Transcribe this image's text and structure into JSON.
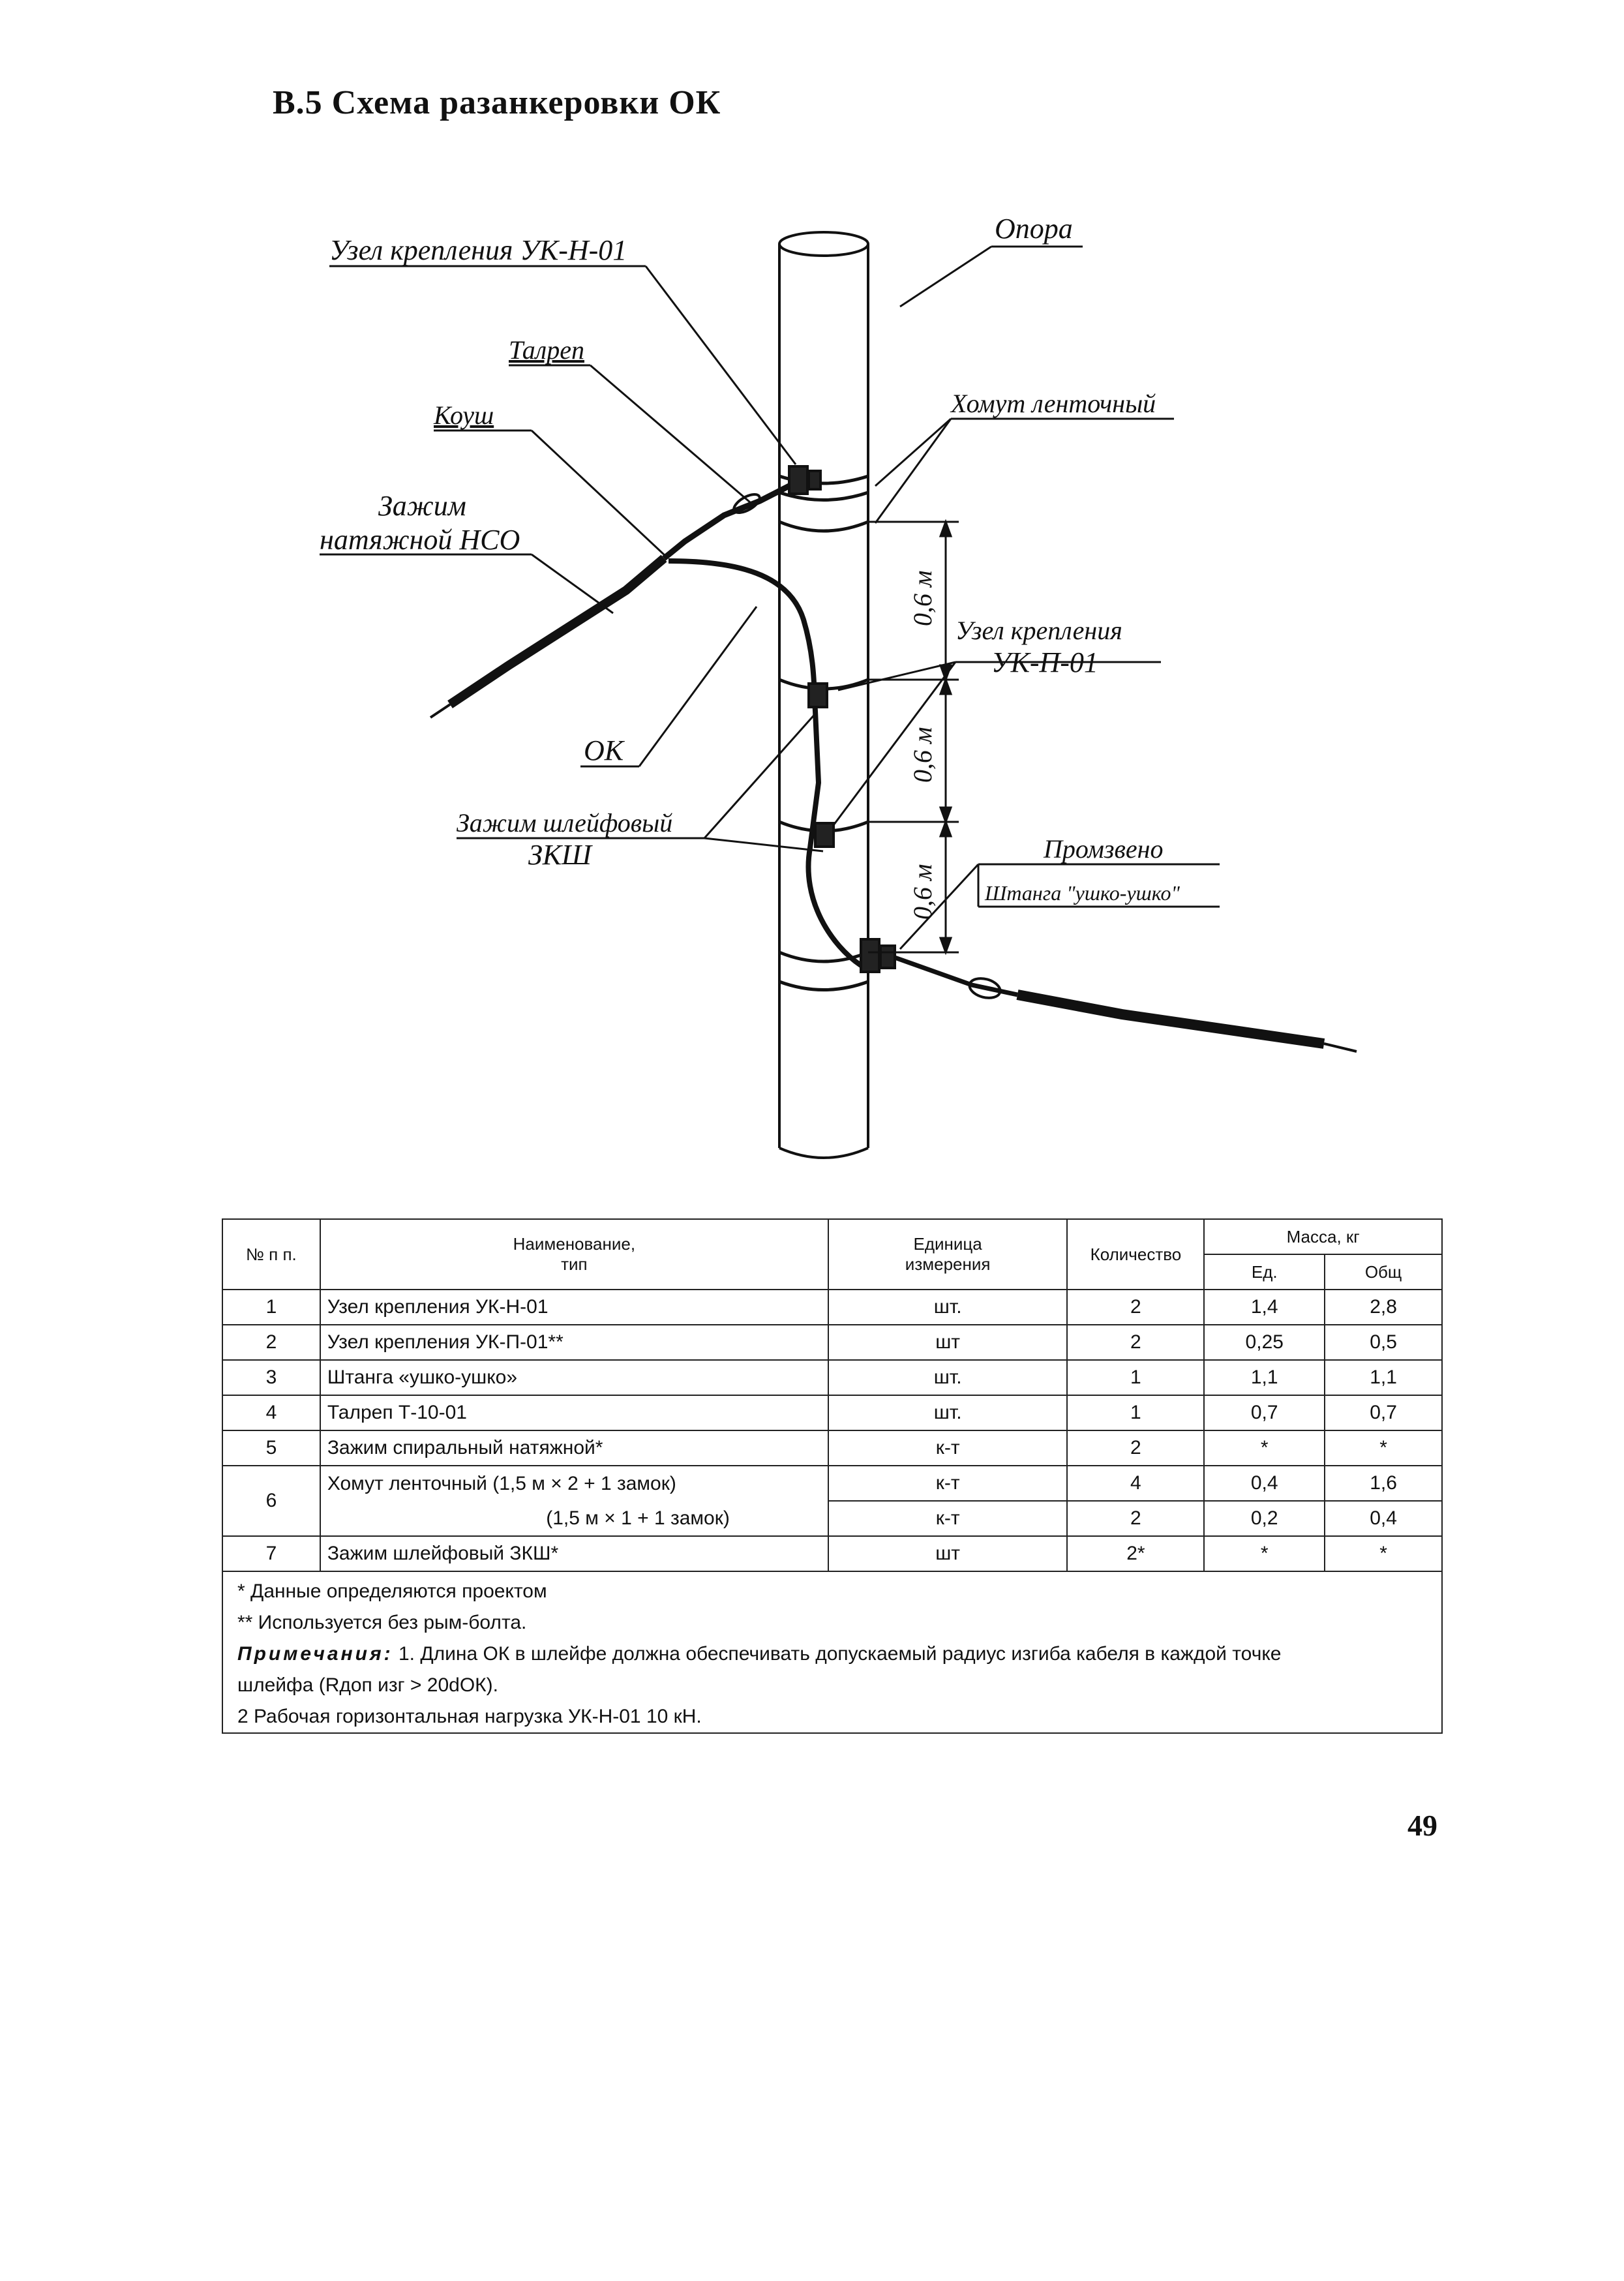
{
  "title": "В.5 Схема разанкеровки ОК",
  "diagram": {
    "labels": {
      "uk_n": "Узел крепления УК-Н-01",
      "opora": "Опора",
      "talrep": "Талреп",
      "kousch": "Коуш",
      "zazhim_line1": "Зажим",
      "zazhim_line2": "натяжной НСО",
      "khomut": "Хомут ленточный",
      "dim": "0,6 м",
      "uk_p_line1": "Узел крепления",
      "uk_p_line2": "УК-П-01",
      "ok": "ОК",
      "zksh_line1": "Зажим шлейфовый",
      "zksh_line2": "ЗКШ",
      "promzveno": "Промзвено",
      "shtanga": "Штанга \"ушко-ушко\""
    }
  },
  "table": {
    "headers": {
      "num": "№ п п.",
      "name_1": "Наименование,",
      "name_2": "тип",
      "unit_1": "Единица",
      "unit_2": "измерения",
      "qty": "Количество",
      "mass": "Масса, кг",
      "mass_unit": "Ед.",
      "mass_total": "Общ"
    },
    "rows": [
      {
        "num": "1",
        "name": "Узел крепления УК-Н-01",
        "unit": "шт.",
        "qty": "2",
        "mass_unit": "1,4",
        "mass_total": "2,8"
      },
      {
        "num": "2",
        "name": "Узел крепления УК-П-01**",
        "unit": "шт",
        "qty": "2",
        "mass_unit": "0,25",
        "mass_total": "0,5"
      },
      {
        "num": "3",
        "name": "Штанга «ушко-ушко»",
        "unit": "шт.",
        "qty": "1",
        "mass_unit": "1,1",
        "mass_total": "1,1"
      },
      {
        "num": "4",
        "name": "Талреп Т-10-01",
        "unit": "шт.",
        "qty": "1",
        "mass_unit": "0,7",
        "mass_total": "0,7"
      },
      {
        "num": "5",
        "name": "Зажим спиральный натяжной*",
        "unit": "к-т",
        "qty": "2",
        "mass_unit": "*",
        "mass_total": "*"
      },
      {
        "num": "6",
        "name": "Хомут ленточный (1,5 м × 2 + 1 замок)",
        "unit": "к-т",
        "qty": "4",
        "mass_unit": "0,4",
        "mass_total": "1,6"
      },
      {
        "num": "",
        "name": "(1,5 м × 1 + 1 замок)",
        "unit": "к-т",
        "qty": "2",
        "mass_unit": "0,2",
        "mass_total": "0,4"
      },
      {
        "num": "7",
        "name": "Зажим шлейфовый ЗКШ*",
        "unit": "шт",
        "qty": "2*",
        "mass_unit": "*",
        "mass_total": "*"
      }
    ],
    "notes": {
      "n1": "* Данные определяются проектом",
      "n2": "** Используется без рым-болта.",
      "n3_label": "Примечания:",
      "n3_text": "1. Длина ОК в шлейфе должна обеспечивать допускаемый радиус изгиба кабеля в каждой точке",
      "n4": "шлейфа (Rдоп изг > 20dОК).",
      "n5": "2 Рабочая горизонтальная нагрузка УК-Н-01 10 кН."
    }
  },
  "page_number": "49"
}
